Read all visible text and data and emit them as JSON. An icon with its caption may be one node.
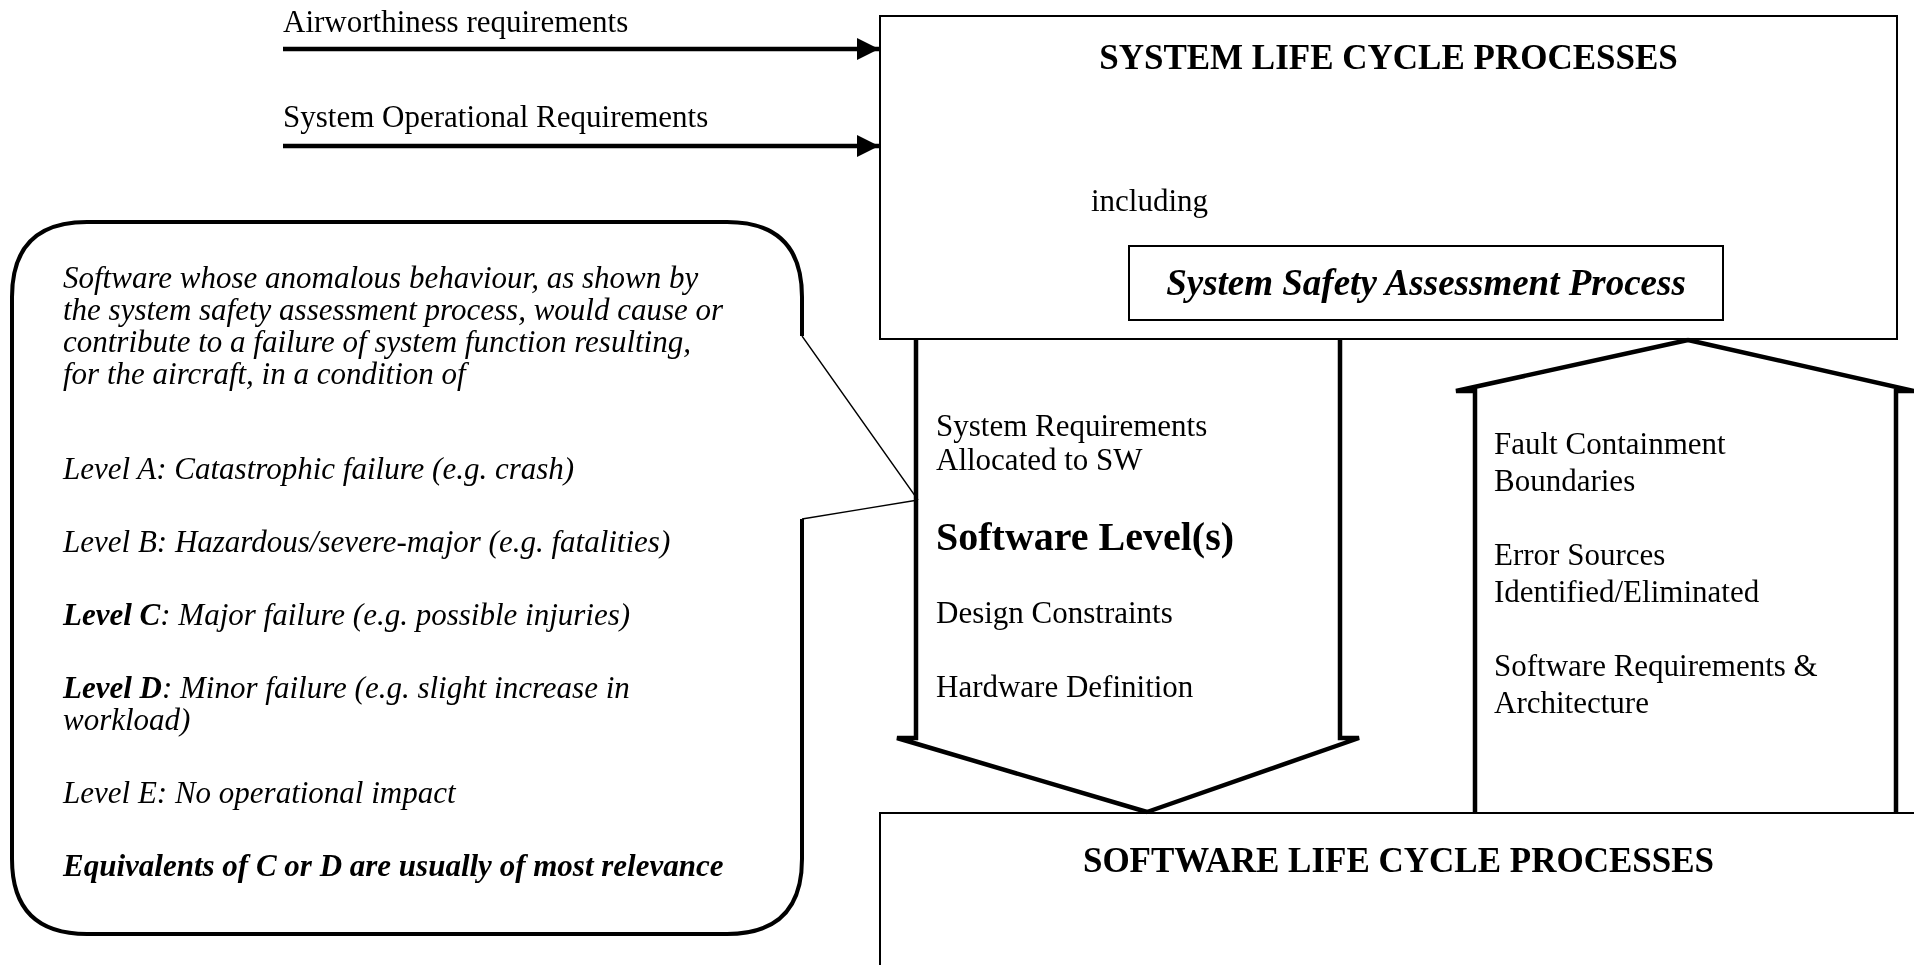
{
  "diagram": {
    "nodes": [
      {
        "text": [
          "SYSTEM LIFE CYCLE PROCESSES",
          "including"
        ]
      },
      {
        "text": [
          "System Safety Assessment Process"
        ],
        "in": 0
      },
      {
        "text": [
          "System Requirements Allocated to SW",
          "Software Level(s)",
          "Design Constraints",
          "Hardware Definition"
        ]
      },
      {
        "text": [
          "Fault Containment Boundaries",
          "Error Sources Identified/Eliminated",
          "Software Requirements & Architecture"
        ]
      },
      {
        "text": [
          "SOFTWARE LIFE CYCLE PROCESSES"
        ]
      },
      {
        "text": [
          "Software whose anomalous behaviour, as shown by the system safety assessment process, would cause or contribute to a failure of system function resulting, for the aircraft, in a condition of",
          "Level A: Catastrophic failure (e.g. crash)",
          "Level B: Hazardous/severe-major (e.g. fatalities)",
          "**Level C**: Major failure (e.g. possible injuries)",
          "**Level D**: Minor failure (e.g. slight increase in workload)",
          "Level E: No operational impact",
          "Equivalents of C or D are usually of most relevance"
        ]
      }
    ],
    "edges": [
      {
        "from": 5,
        "to": 2,
        "arrow": "none"
      },
      {
        "from": null,
        "to": 0,
        "arrow": "to",
        "label": "Airworthiness requirements"
      },
      {
        "from": null,
        "to": 0,
        "arrow": "to",
        "label": "System Operational Requirements"
      },
      {
        "from": 0,
        "to": 4,
        "arrow": "to"
      },
      {
        "from": 4,
        "to": 0,
        "arrow": "to"
      }
    ]
  }
}
